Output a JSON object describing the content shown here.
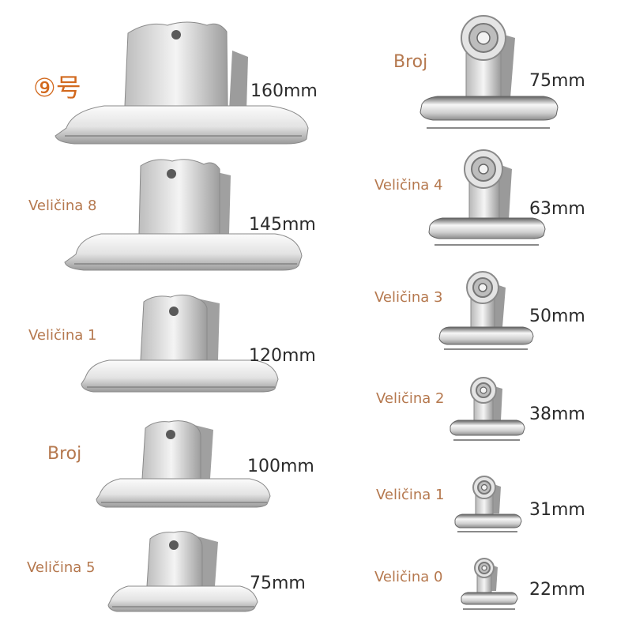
{
  "colors": {
    "size_label": "#b5784e",
    "mm_label": "#2b2b2b",
    "accent_9": "#d2691e",
    "metal_light": "#f6f6f6",
    "metal_mid": "#c9c9c9",
    "metal_dark": "#8f8f8f"
  },
  "left_column": [
    {
      "size_label": "⑨号",
      "mm_label": "160mm",
      "clip_style": "large"
    },
    {
      "size_label": "Veličina 8",
      "mm_label": "145mm",
      "clip_style": "large"
    },
    {
      "size_label": "Veličina 1",
      "mm_label": "120mm",
      "clip_style": "large"
    },
    {
      "size_label": "Broj",
      "mm_label": "100mm",
      "clip_style": "large"
    },
    {
      "size_label": "Veličina 5",
      "mm_label": "75mm",
      "clip_style": "large"
    }
  ],
  "right_column": [
    {
      "size_label": "Broj",
      "mm_label": "75mm",
      "clip_style": "spring"
    },
    {
      "size_label": "Veličina 4",
      "mm_label": "63mm",
      "clip_style": "spring"
    },
    {
      "size_label": "Veličina 3",
      "mm_label": "50mm",
      "clip_style": "spring"
    },
    {
      "size_label": "Veličina 2",
      "mm_label": "38mm",
      "clip_style": "spring"
    },
    {
      "size_label": "Veličina 1",
      "mm_label": "31mm",
      "clip_style": "spring"
    },
    {
      "size_label": "Veličina 0",
      "mm_label": "22mm",
      "clip_style": "spring"
    }
  ]
}
